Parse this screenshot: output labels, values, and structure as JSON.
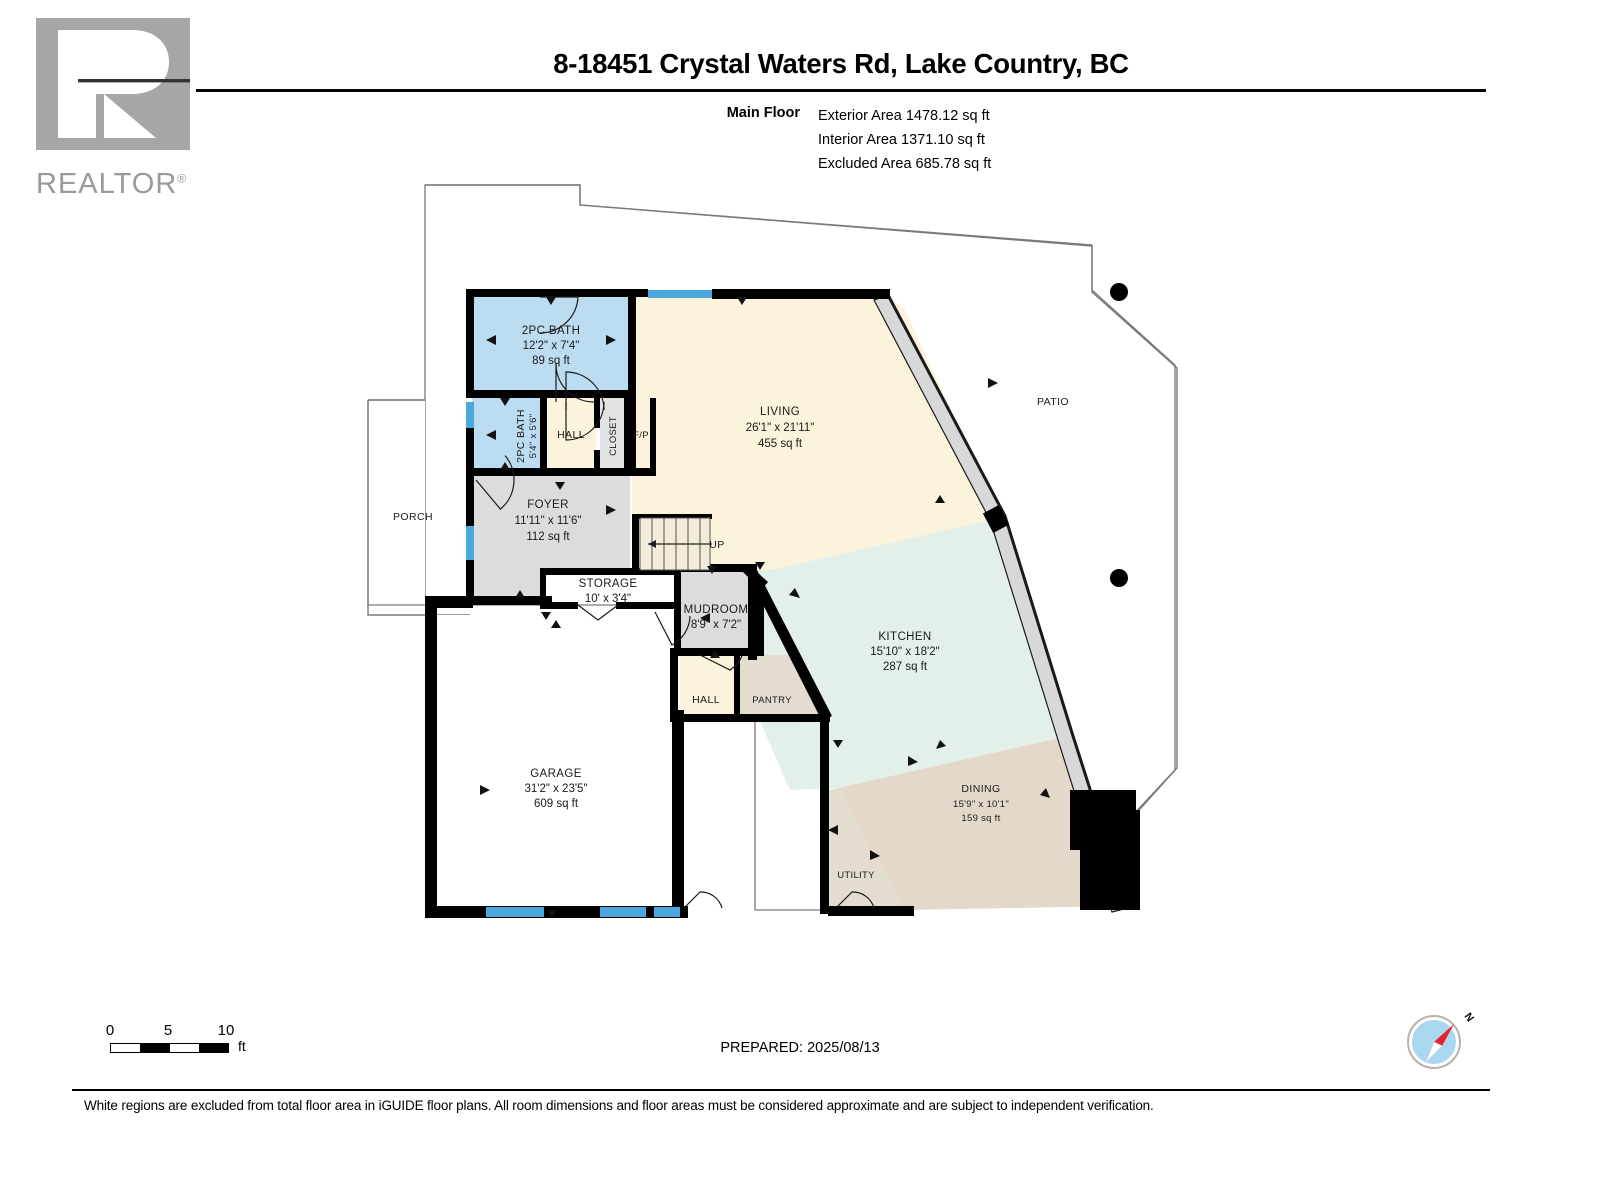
{
  "logo": {
    "wordmark": "REALTOR",
    "registered_mark": "®",
    "letter": "R"
  },
  "header": {
    "title": "8-18451 Crystal Waters Rd, Lake Country, BC",
    "floor_label": "Main Floor",
    "areas": [
      "Exterior Area 1478.12 sq ft",
      "Interior Area 1371.10 sq ft",
      "Excluded Area 685.78 sq ft"
    ]
  },
  "plan": {
    "rooms": [
      {
        "key": "bath_upper",
        "name": "2PC BATH",
        "dim": "12'2\" x 7'4\"",
        "area": "89 sq ft",
        "fill": "#bcdcf2"
      },
      {
        "key": "bath_lower",
        "name": "2PC BATH",
        "dim": "5'4\" x 5'6\"",
        "area": "",
        "fill": "#bcdcf2"
      },
      {
        "key": "hall_upper",
        "name": "HALL",
        "dim": "",
        "area": "",
        "fill": "#fbf3dc"
      },
      {
        "key": "closet",
        "name": "CLOSET",
        "dim": "",
        "area": "",
        "fill": "#e3e3e3"
      },
      {
        "key": "fp",
        "name": "F/P",
        "dim": "",
        "area": "",
        "fill": "#fbf3dc"
      },
      {
        "key": "living",
        "name": "LIVING",
        "dim": "26'1\" x 21'11\"",
        "area": "455 sq ft",
        "fill": "#fbf3dc"
      },
      {
        "key": "foyer",
        "name": "FOYER",
        "dim": "11'11\" x 11'6\"",
        "area": "112 sq ft",
        "fill": "#dcdcdc"
      },
      {
        "key": "storage",
        "name": "STORAGE",
        "dim": "10' x 3'4\"",
        "area": "",
        "fill": "#ffffff"
      },
      {
        "key": "mudroom",
        "name": "MUDROOM",
        "dim": "8'9\" x 7'2\"",
        "area": "",
        "fill": "#dcdcdc"
      },
      {
        "key": "hall_lower",
        "name": "HALL",
        "dim": "",
        "area": "",
        "fill": "#fbf3dc"
      },
      {
        "key": "pantry",
        "name": "PANTRY",
        "dim": "",
        "area": "",
        "fill": "#e3ddd0"
      },
      {
        "key": "kitchen",
        "name": "KITCHEN",
        "dim": "15'10\" x 18'2\"",
        "area": "287 sq ft",
        "fill": "#e3f0ea"
      },
      {
        "key": "dining",
        "name": "DINING",
        "dim": "15'9\" x 10'1\"",
        "area": "159 sq ft",
        "fill": "#e3d8c9"
      },
      {
        "key": "utility",
        "name": "UTILITY",
        "dim": "",
        "area": "",
        "fill": "#e3ddd0"
      },
      {
        "key": "garage",
        "name": "GARAGE",
        "dim": "31'2\" x 23'5\"",
        "area": "609 sq ft",
        "fill": "#ffffff"
      },
      {
        "key": "porch",
        "name": "PORCH",
        "dim": "",
        "area": "",
        "fill": "#ffffff"
      },
      {
        "key": "patio",
        "name": "PATIO",
        "dim": "",
        "area": "",
        "fill": "#ffffff"
      }
    ],
    "stair_label": "UP",
    "colors": {
      "wall": "#000000",
      "window": "#4aa8dc",
      "bath_fill": "#bcdcf2",
      "living_fill": "#fbf3dc",
      "kitchen_fill": "#e3f0ea",
      "dining_fill": "#e3d8c9",
      "foyer_fill": "#dcdcdc",
      "excluded_fill": "#ffffff",
      "outline": "#6e6e6e"
    }
  },
  "scale": {
    "ticks": [
      "0",
      "5",
      "10"
    ],
    "unit": "ft"
  },
  "compass": {
    "north_label": "N"
  },
  "footer": {
    "prepared": "PREPARED: 2025/08/13",
    "disclaimer": "White regions are excluded from total floor area in iGUIDE floor plans. All room dimensions and floor areas must be considered approximate and are subject to independent verification."
  }
}
